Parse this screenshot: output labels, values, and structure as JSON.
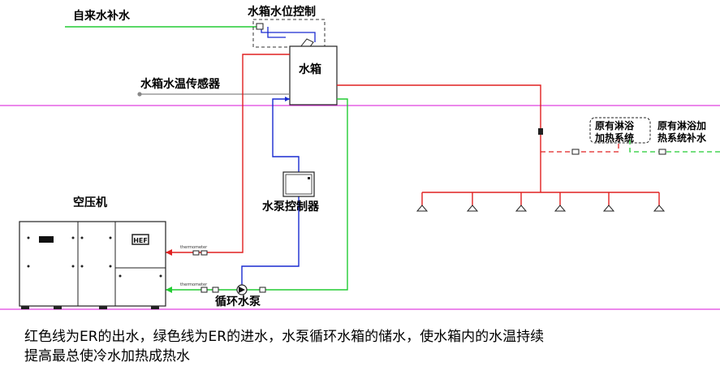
{
  "labels": {
    "tap_water_makeup": "自来水补水",
    "tank_level_control": "水箱水位控制",
    "water_tank": "水箱",
    "tank_temp_sensor": "水箱水温传感器",
    "air_compressor": "空压机",
    "pump_controller": "水泵控制器",
    "circulation_pump": "循环水泵",
    "existing_shower_heating": "原有淋浴\n加热系统",
    "existing_shower_makeup": "原有淋浴加\n热系统补水",
    "thermometer_out": "thermometer",
    "thermometer_in": "thermometer",
    "compressor_badge": "HEF"
  },
  "caption": {
    "line1": "红色线为ER的出水，绿色线为ER的进水，水泵循环水箱的储水，使水箱内的水温持续",
    "line2": "提高最总使冷水加热成热水"
  },
  "colors": {
    "hot_outlet": "#e02020",
    "cold_inlet": "#22cc33",
    "tank_circulation": "#1a2bd0",
    "floor_line": "#e040e0",
    "sensor_line": "#888888"
  }
}
